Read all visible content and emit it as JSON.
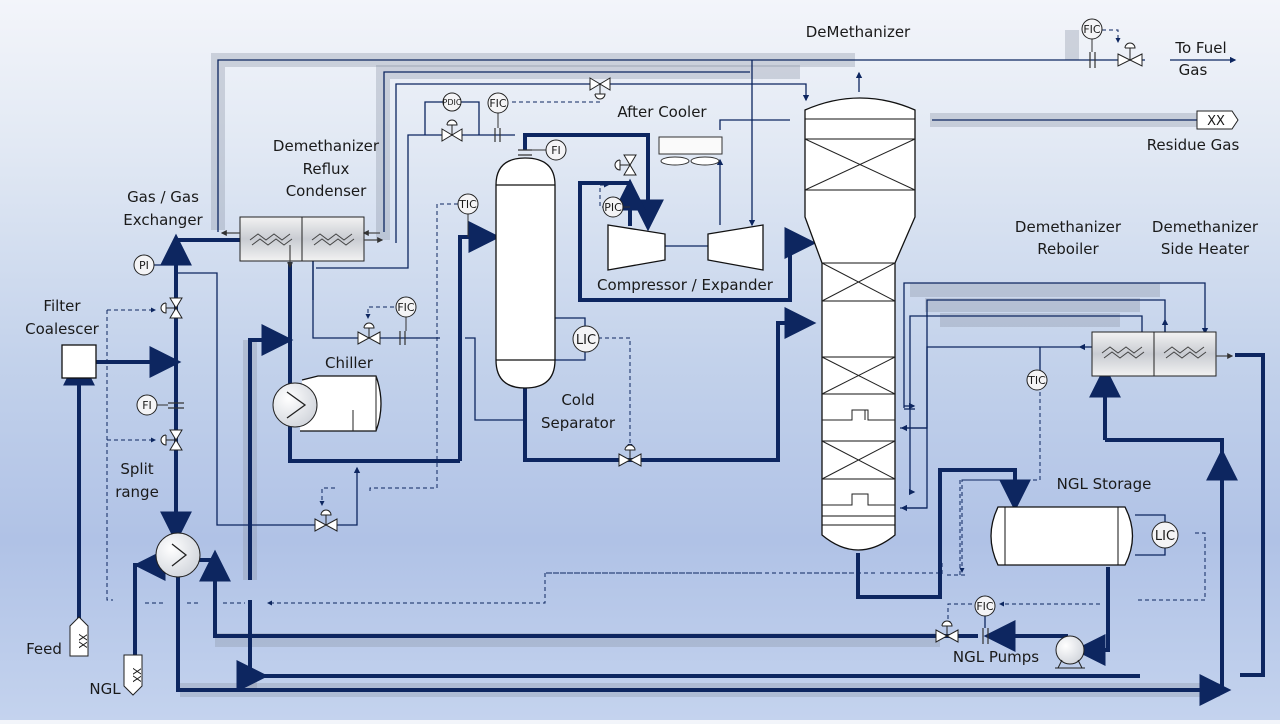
{
  "title": "DeMethanizer",
  "colors": {
    "pipe": "#0d2660",
    "vessel_fill": "#ffffff",
    "instrument_fill": "#f4f4f6",
    "background_top": "#f3f5fa",
    "background_bottom": "#b0c2e6"
  },
  "equipment": {
    "filter_coalescer": "Filter\nCoalescer",
    "gas_gas_exchanger": [
      "Gas / Gas",
      "Exchanger"
    ],
    "reflux_condenser": [
      "Demethanizer",
      "Reflux",
      "Condenser"
    ],
    "chiller": "Chiller",
    "cold_separator": [
      "Cold",
      "Separator"
    ],
    "after_cooler": "After Cooler",
    "compressor_expander": "Compressor / Expander",
    "reboiler": [
      "Demethanizer",
      "Reboiler"
    ],
    "side_heater": [
      "Demethanizer",
      "Side Heater"
    ],
    "ngl_storage": "NGL Storage",
    "ngl_pumps": "NGL Pumps",
    "split_range": [
      "Split",
      "range"
    ],
    "filter_coalescer_lines": [
      "Filter",
      "Coalescer"
    ]
  },
  "streams": {
    "feed": "Feed",
    "ngl": "NGL",
    "to_fuel_gas": [
      "To Fuel",
      "Gas"
    ],
    "residue_gas": "Residue Gas",
    "offpage_marker": "XX"
  },
  "instruments": {
    "pi": "PI",
    "fi_feed": "FI",
    "fi_sep": "FI",
    "fic_fuel": "FIC",
    "fic_top": "FIC",
    "fic_chiller": "FIC",
    "fic_pumps": "FIC",
    "pdic": "PDIC",
    "tic_sep": "TIC",
    "tic_reb": "TIC",
    "pic": "PIC",
    "lic_sep": "LIC",
    "lic_storage": "LIC"
  }
}
